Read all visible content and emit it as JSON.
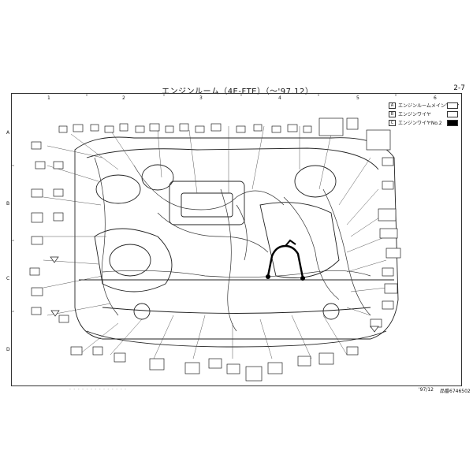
{
  "header": {
    "title": "エンジンルーム（4E-FTE）（～'97.12）",
    "page": "2-7"
  },
  "grid": {
    "columns": [
      "1",
      "2",
      "3",
      "4",
      "5",
      "6"
    ],
    "rows": [
      "A",
      "B",
      "C",
      "D"
    ]
  },
  "legend": [
    {
      "key": "A",
      "label": "エンジンルームメインワイヤ",
      "swatch": "#ffffff"
    },
    {
      "key": "B",
      "label": "エンジンワイヤ",
      "swatch": "#ffffff"
    },
    {
      "key": "C",
      "label": "エンジンワイヤNo.2",
      "swatch": "#000000"
    }
  ],
  "footer": {
    "date": "'97/12",
    "code": "品番6746502",
    "faint_text": "- - - - - - - - - - - - - -"
  },
  "colors": {
    "line": "#222222",
    "harness_highlight": "#000000"
  }
}
